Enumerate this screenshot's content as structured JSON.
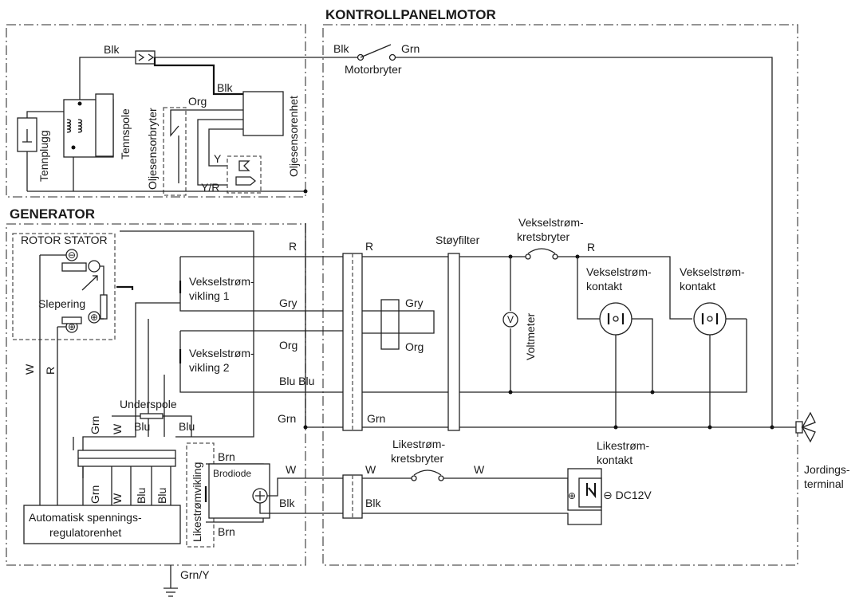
{
  "sections": {
    "engine_panel": "KONTROLLPANELMOTOR",
    "generator": "GENERATOR",
    "rotor_stator": "ROTOR STATOR"
  },
  "components": {
    "motor_switch": "Motorbryter",
    "spark_plug": "Tennplugg",
    "ignition_coil": "Tennspole",
    "oil_sensor_switch": "Oljesensorbryter",
    "oil_sensor_unit": "Oljesensorenhet",
    "slip_ring": "Slepering",
    "ac_winding_1a": "Vekselstrøm-",
    "ac_winding_1b": "vikling 1",
    "ac_winding_2a": "Vekselstrøm-",
    "ac_winding_2b": "vikling 2",
    "sub_coil": "Underspole",
    "dc_winding": "Likestrømvikling",
    "bridge_diode": "Brodiode",
    "avr_a": "Automatisk spennings-",
    "avr_b": "regulatorenhet",
    "noise_filter": "Støyfilter",
    "ac_breaker_a": "Vekselstrøm-",
    "ac_breaker_b": "kretsbryter",
    "voltmeter": "Voltmeter",
    "ac_outlet1_a": "Vekselstrøm-",
    "ac_outlet1_b": "kontakt",
    "ac_outlet2_a": "Vekselstrøm-",
    "ac_outlet2_b": "kontakt",
    "dc_breaker_a": "Likestrøm-",
    "dc_breaker_b": "kretsbryter",
    "dc_outlet_a": "Likestrøm-",
    "dc_outlet_b": "kontakt",
    "dc_voltage": "DC12V",
    "ground_terminal_a": "Jordings-",
    "ground_terminal_b": "terminal",
    "voltmeter_symbol": "V"
  },
  "wire_labels": {
    "blk": "Blk",
    "grn": "Grn",
    "org": "Org",
    "y": "Y",
    "yr": "Y/R",
    "r": "R",
    "gry": "Gry",
    "blu": "Blu",
    "blu_blu": "Blu Blu",
    "w": "W",
    "brn": "Brn",
    "grn_y": "Grn/Y"
  },
  "symbols": {
    "plus": "⊕",
    "minus": "⊖"
  }
}
